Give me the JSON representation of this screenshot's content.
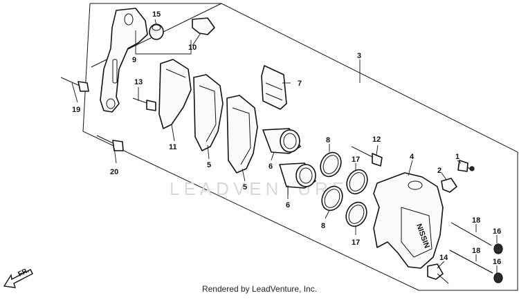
{
  "diagram": {
    "callouts": {
      "c1": "1",
      "c2": "2",
      "c3": "3",
      "c4": "4",
      "c5a": "5",
      "c5b": "5",
      "c6a": "6",
      "c6b": "6",
      "c7": "7",
      "c8a": "8",
      "c8b": "8",
      "c9": "9",
      "c10": "10",
      "c11": "11",
      "c12": "12",
      "c13": "13",
      "c14": "14",
      "c15": "15",
      "c16a": "16",
      "c16b": "16",
      "c17a": "17",
      "c17b": "17",
      "c18a": "18",
      "c18b": "18",
      "c19": "19",
      "c20": "20"
    },
    "direction_label": "FR.",
    "watermark": "LEADVENTURE"
  },
  "footer": {
    "credit": "Rendered by LeadVenture, Inc."
  }
}
